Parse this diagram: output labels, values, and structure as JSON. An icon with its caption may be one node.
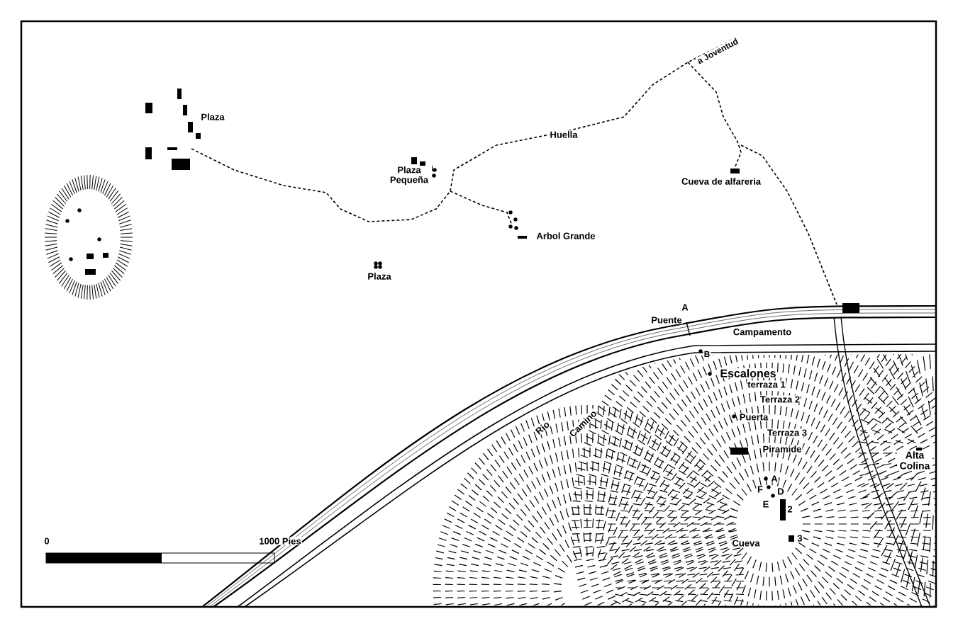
{
  "diagram": {
    "labels": [
      "a Joventud",
      "Plaza",
      "Huella",
      "Plaza Pequeña",
      "Cueva de alfareria",
      "Arbol Grande",
      "Plaza",
      "A",
      "Puente",
      "Campamento",
      "B",
      "Escalones",
      "terraza 1",
      "Terraza 2",
      "Puerta",
      "Terraza 3",
      "Piramide",
      "Alta Colina",
      "A",
      "F",
      "D",
      "E",
      "2",
      "0",
      "1000 Pies",
      "3",
      "Cueva",
      "Rio",
      "Camino"
    ]
  }
}
